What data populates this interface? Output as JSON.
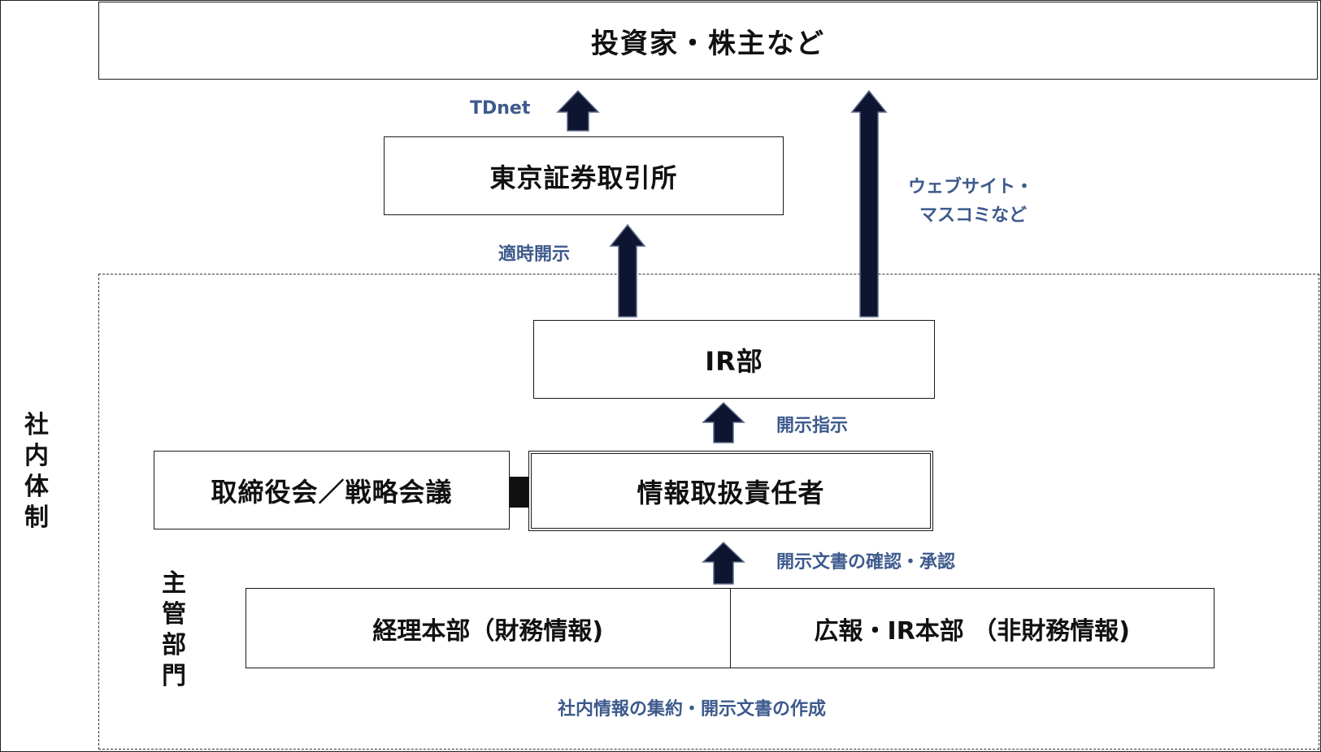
{
  "top_box": {
    "label": "投資家・株主など"
  },
  "exchange_box": {
    "label": "東京証券取引所"
  },
  "ir_box": {
    "label": "IR部"
  },
  "board_box": {
    "label": "取締役会／戦略会議"
  },
  "officer_box": {
    "label": "情報取扱責任者"
  },
  "departments": {
    "left_label": "経理本部（財務情報)",
    "right_label": "広報・IR本部 （非財務情報)"
  },
  "annotations": {
    "tdnet": "TDnet",
    "website_line1": "ウェブサイト・",
    "website_line2": "マスコミなど",
    "timely_disclosure": "適時開示",
    "disclosure_instruction": "開示指示",
    "doc_confirmation": "開示文書の確認・承認",
    "info_aggregation": "社内情報の集約・開示文書の作成"
  },
  "vertical_labels": {
    "internal_system": [
      "社",
      "内",
      "体",
      "制"
    ],
    "responsible_dept": [
      "主",
      "管",
      "部",
      "門"
    ]
  },
  "colors": {
    "annotation_text": "#3d5a8c",
    "arrow_fill": "#0d1530",
    "border": "#1a1a1a"
  }
}
